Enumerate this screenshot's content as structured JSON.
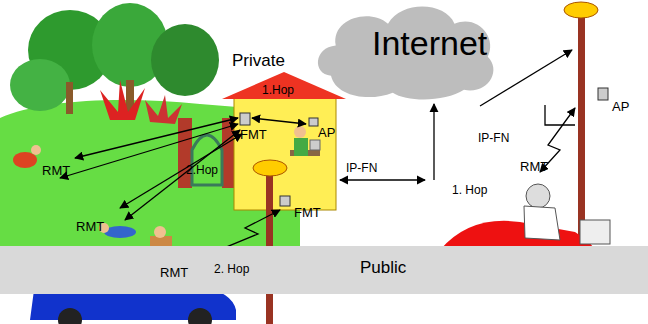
{
  "diagram": {
    "nodes": [
      {
        "text": [
          "Internet"
        ]
      },
      {
        "text": [
          "Public"
        ]
      }
    ],
    "labels": [
      "Private",
      "1.Hop",
      "AP",
      "FMT",
      "IP-FN",
      "AP",
      "RMT",
      "2.Hop",
      "IP-FN",
      "1. Hop",
      "RMT",
      "FMT",
      "RMT",
      "RMT",
      "2. Hop"
    ]
  }
}
